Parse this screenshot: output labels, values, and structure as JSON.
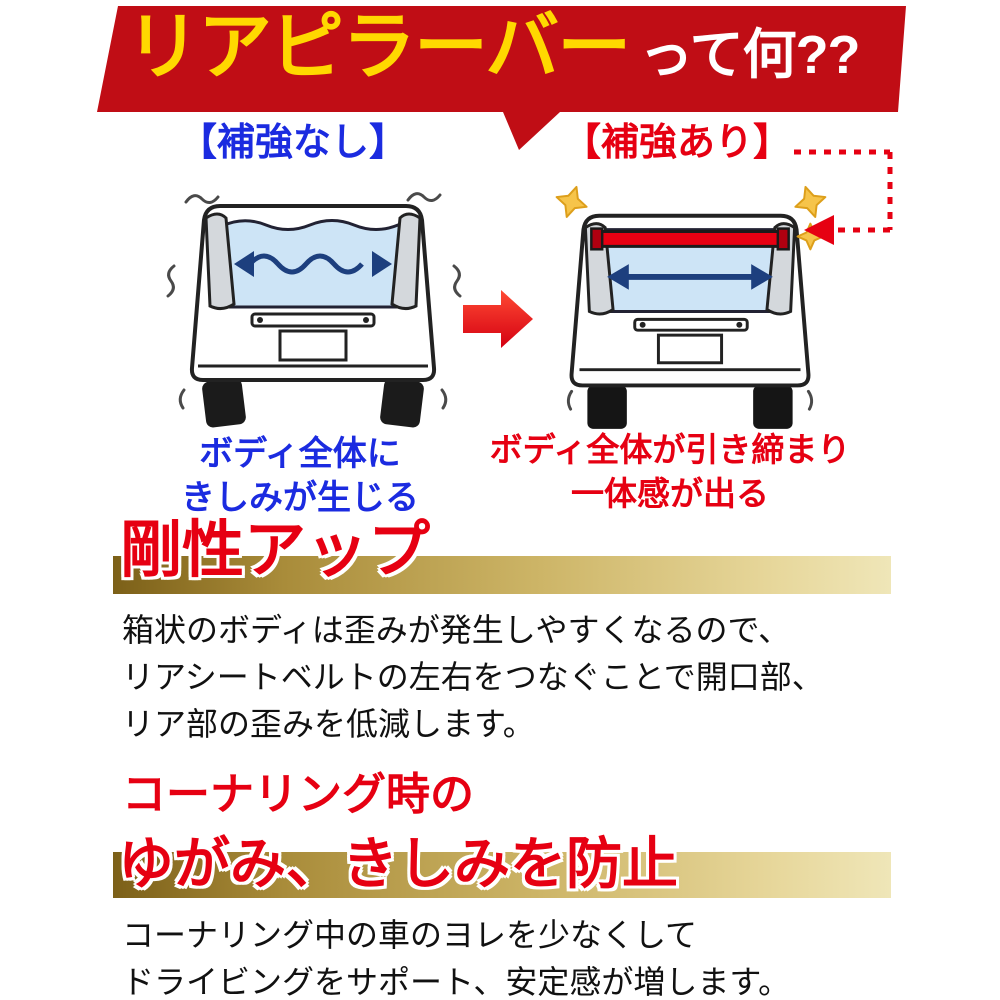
{
  "banner": {
    "title": "リアピラーバー",
    "suffix": "って何??"
  },
  "comparison": {
    "left_label": "【補強なし】",
    "right_label": "【補強あり】",
    "left_caption": [
      "ボディ全体に",
      "きしみが生じる"
    ],
    "right_caption": [
      "ボディ全体が引き締まり",
      "一体感が出る"
    ]
  },
  "section_rigidity": {
    "heading": "剛性アップ",
    "body": [
      "箱状のボディは歪みが発生しやすくなるので、",
      "リアシートベルトの左右をつなぐことで開口部、",
      "リア部の歪みを低減します。"
    ]
  },
  "section_cornering": {
    "heading_top": "コーナリング時の",
    "heading_main": "ゆがみ、きしみを防止",
    "body": [
      "コーナリング中の車のヨレを少なくして",
      "ドライビングをサポート、安定感が増します。"
    ]
  },
  "colors": {
    "banner_red": "#c00d15",
    "accent_red": "#e60012",
    "label_blue": "#1b2be0",
    "gold_dark": "#7c6018",
    "gold_light": "#efe6b8",
    "window_blue": "#cde4f6",
    "arrow_navy": "#1d3f7e",
    "sparkle_yellow": "#f6c44a",
    "title_yellow": "#ffd800"
  }
}
